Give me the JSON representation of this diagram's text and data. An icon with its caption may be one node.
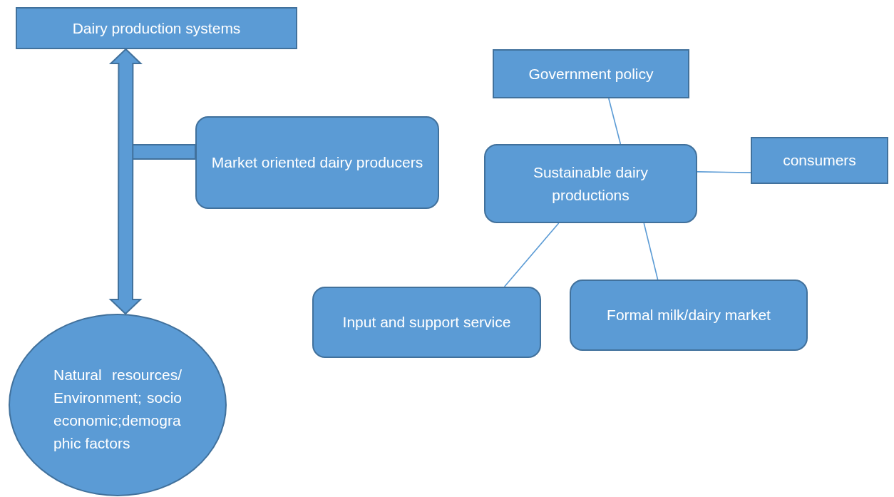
{
  "diagram": {
    "nodes": [
      {
        "text": [
          "Dairy production systems"
        ]
      },
      {
        "text": [
          "Market oriented dairy producers"
        ]
      },
      {
        "text": [
          "Natural resources/Environment; socio economic;demographic factors"
        ]
      },
      {
        "text": [
          "Government policy"
        ]
      },
      {
        "text": [
          "Sustainable dairy productions"
        ]
      },
      {
        "text": [
          "consumers"
        ]
      },
      {
        "text": [
          "Input and support service"
        ]
      },
      {
        "text": [
          "Formal milk/dairy market"
        ]
      }
    ],
    "edges": [
      {
        "from": 0,
        "to": 2,
        "arrow": "both",
        "style": "thick"
      },
      {
        "from": 1,
        "to": null,
        "arrow": "none",
        "style": "thick"
      },
      {
        "from": 4,
        "to": 3,
        "arrow": "none"
      },
      {
        "from": 4,
        "to": 5,
        "arrow": "none"
      },
      {
        "from": 4,
        "to": 6,
        "arrow": "none"
      },
      {
        "from": 4,
        "to": 7,
        "arrow": "none"
      }
    ]
  }
}
